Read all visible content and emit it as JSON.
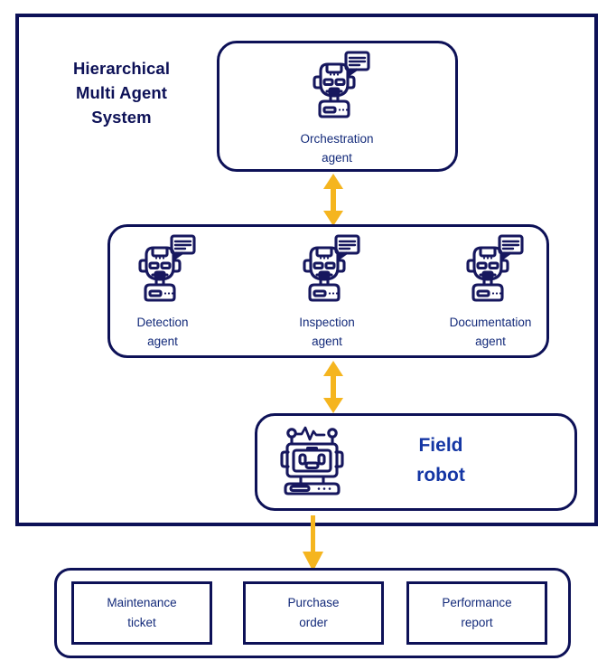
{
  "diagram": {
    "system": {
      "title": "Hierarchical\nMulti Agent\nSystem",
      "title_line1": "Hierarchical",
      "title_line2": "Multi Agent",
      "title_line3": "System"
    },
    "orchestration": {
      "label_line1": "Orchestration",
      "label_line2": "agent",
      "icon": "chatbot-agent-icon"
    },
    "agents": [
      {
        "label_line1": "Detection",
        "label_line2": "agent",
        "icon": "chatbot-agent-icon"
      },
      {
        "label_line1": "Inspection",
        "label_line2": "agent",
        "icon": "chatbot-agent-icon"
      },
      {
        "label_line1": "Documentation",
        "label_line2": "agent",
        "icon": "chatbot-agent-icon"
      }
    ],
    "field_robot": {
      "label_line1": "Field",
      "label_line2": "robot",
      "icon": "field-robot-icon"
    },
    "outputs": [
      {
        "label_line1": "Maintenance",
        "label_line2": "ticket"
      },
      {
        "label_line1": "Purchase",
        "label_line2": "order"
      },
      {
        "label_line1": "Performance",
        "label_line2": "report"
      }
    ],
    "arrows": [
      {
        "name": "orchestration-to-agents",
        "direction": "bidirectional"
      },
      {
        "name": "agents-to-field-robot",
        "direction": "bidirectional"
      },
      {
        "name": "field-robot-to-outputs",
        "direction": "down"
      }
    ],
    "colors": {
      "navy": "#0d1157",
      "label_blue": "#132a7a",
      "heading_blue": "#1436a4",
      "arrow_amber": "#f5b51f",
      "background": "#ffffff"
    }
  }
}
